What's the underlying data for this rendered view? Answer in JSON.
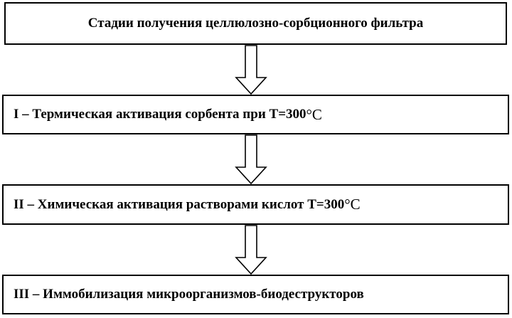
{
  "diagram": {
    "title": "Стадии получения целлюлозно-сорбционного фильтра",
    "stages": [
      {
        "text": "I – Термическая активация сорбента при Т=300",
        "degree": "°С"
      },
      {
        "text": "II – Химическая активация растворами кислот Т=300",
        "degree": "°С"
      },
      {
        "text": "III – Иммобилизация микроорганизмов-биодеструкторов",
        "degree": ""
      }
    ]
  }
}
